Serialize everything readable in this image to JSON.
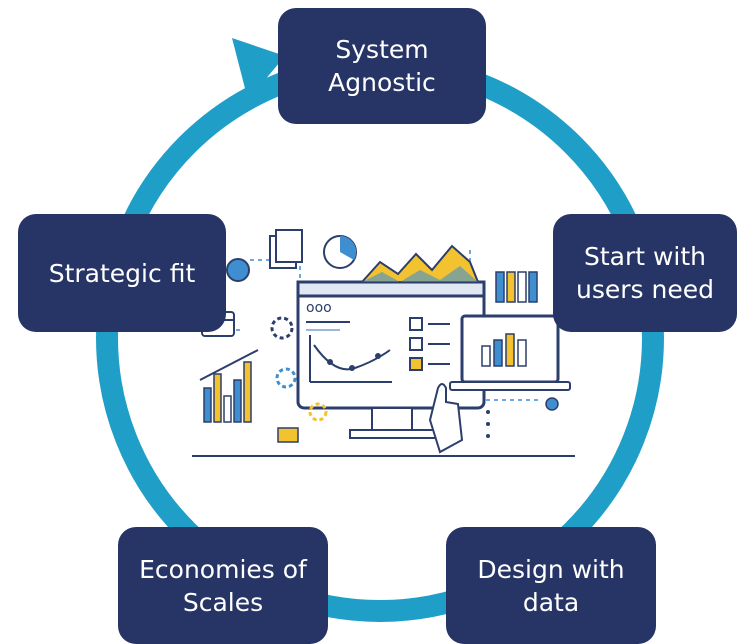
{
  "diagram": {
    "type": "cycle",
    "colors": {
      "ring": "#1f9fc8",
      "box": "#273566",
      "box_text": "#ffffff",
      "illustration_navy": "#2c3e6b",
      "illustration_yellow": "#f2c230",
      "illustration_blue": "#3f8fd0"
    },
    "stages": [
      {
        "id": "top",
        "label": "System Agnostic"
      },
      {
        "id": "right",
        "label": "Start with users need"
      },
      {
        "id": "bottom-right",
        "label": "Design with data"
      },
      {
        "id": "bottom-left",
        "label": "Economies of Scales"
      },
      {
        "id": "left",
        "label": "Strategic fit"
      }
    ],
    "center_illustration": "data-analytics-dashboard-illustration",
    "arrow_direction": "clockwise"
  }
}
